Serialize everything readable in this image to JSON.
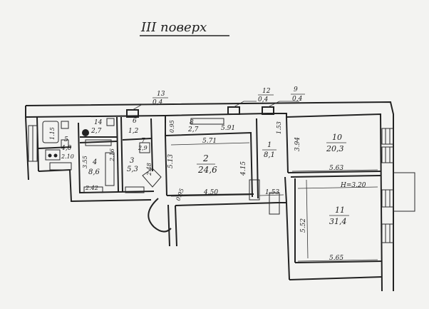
{
  "title": "III поверх",
  "rooms": [
    {
      "num": "1",
      "area": "8,1"
    },
    {
      "num": "2",
      "area": "24,6"
    },
    {
      "num": "3",
      "area": "5,3"
    },
    {
      "num": "4",
      "area": "8,6"
    },
    {
      "num": "5",
      "area": "4,0"
    },
    {
      "num": "6",
      "area": "1,2"
    },
    {
      "num": "7",
      "area": "2,9"
    },
    {
      "num": "8",
      "area": "2,7"
    },
    {
      "num": "9",
      "area": "0,4"
    },
    {
      "num": "10",
      "area": "20,3"
    },
    {
      "num": "11",
      "area": "31,4"
    },
    {
      "num": "12",
      "area": "0,4"
    },
    {
      "num": "13",
      "area": "0,4"
    },
    {
      "num": "14",
      "area": "2,7"
    }
  ],
  "dimensions": {
    "d571": "5.71",
    "d591": "5.91",
    "d563": "5.63",
    "d565": "5.65",
    "d450": "4.50",
    "d415": "4.15",
    "d513": "5.13",
    "d552": "5.52",
    "d394": "3.94",
    "d153": "1.53",
    "d153b": "1.53",
    "d095": "0.95",
    "d355": "3.55",
    "d242": "2.42",
    "d210": "2.10",
    "d248": "2.48",
    "d095b": "0.95",
    "d216": "2.16",
    "d115": "1.15",
    "height": "H=3.20"
  }
}
